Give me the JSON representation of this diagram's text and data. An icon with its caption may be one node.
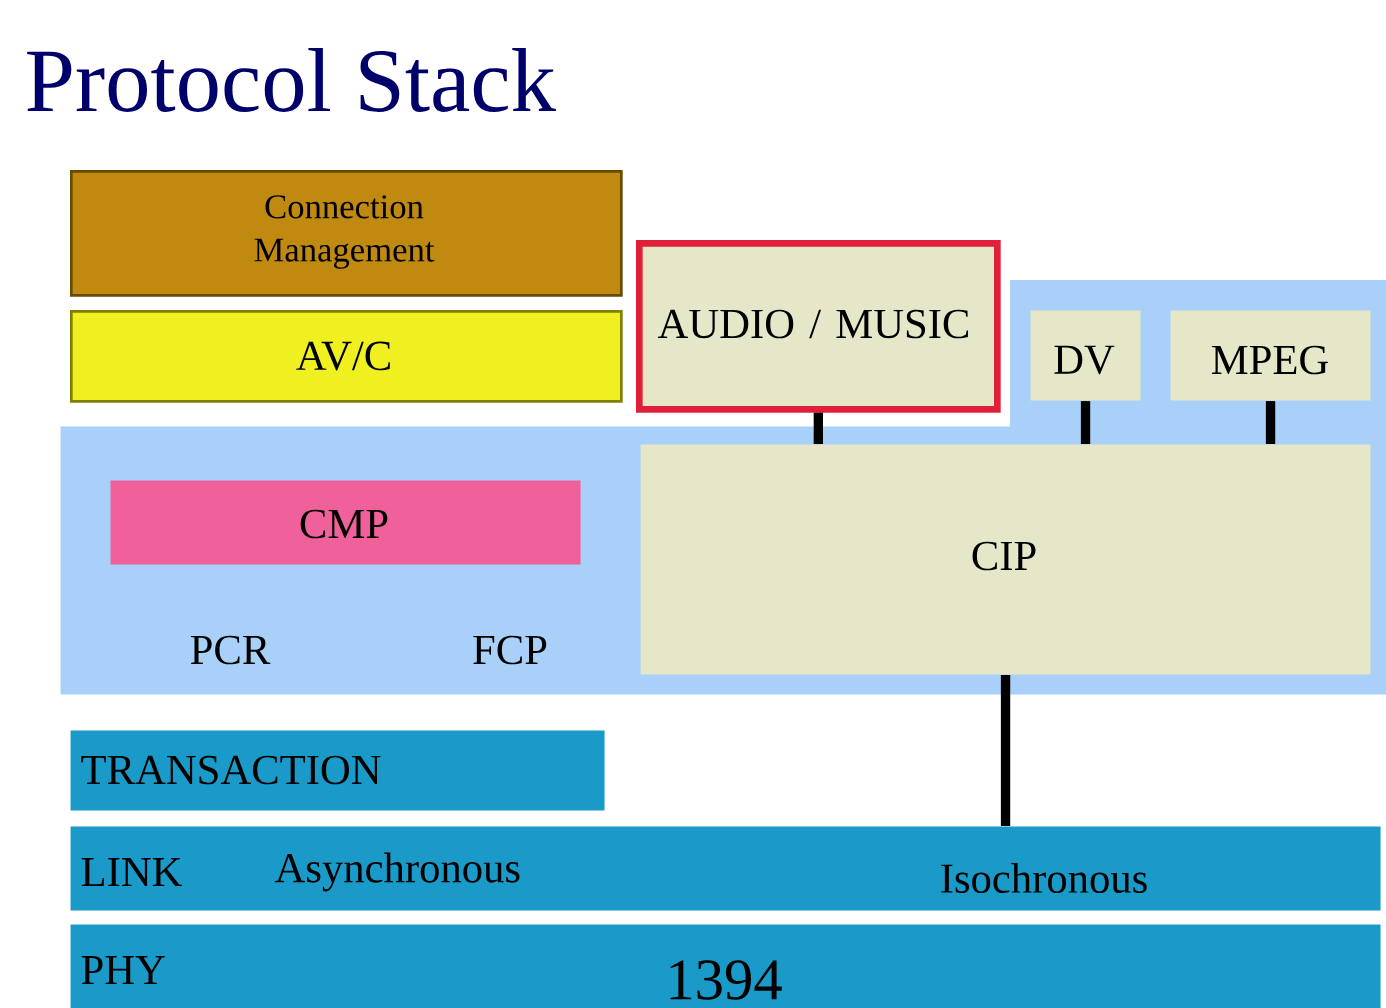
{
  "diagram": {
    "title": "Protocol Stack",
    "nodes": [
      {
        "text": [
          "Connection Management"
        ]
      },
      {
        "text": [
          "AV/C"
        ]
      },
      {
        "text": [
          "AUDIO / MUSIC"
        ]
      },
      {
        "text": [
          "PCR",
          "FCP"
        ]
      },
      {
        "text": [
          "DV"
        ]
      },
      {
        "text": [
          "MPEG"
        ]
      },
      {
        "text": [
          "CMP"
        ],
        "in": 3
      },
      {
        "text": [
          "CIP"
        ],
        "in": 3
      },
      {
        "text": [
          "TRANSACTION"
        ]
      },
      {
        "text": [
          "LINK",
          "Asynchronous",
          "Isochronous"
        ]
      },
      {
        "text": [
          "PHY",
          "1394"
        ]
      }
    ],
    "edges": [
      {
        "from": 2,
        "to": 7,
        "arrow": "none"
      },
      {
        "from": 4,
        "to": 7,
        "arrow": "none"
      },
      {
        "from": 5,
        "to": 7,
        "arrow": "none"
      },
      {
        "from": 7,
        "to": 9,
        "arrow": "none"
      }
    ]
  }
}
